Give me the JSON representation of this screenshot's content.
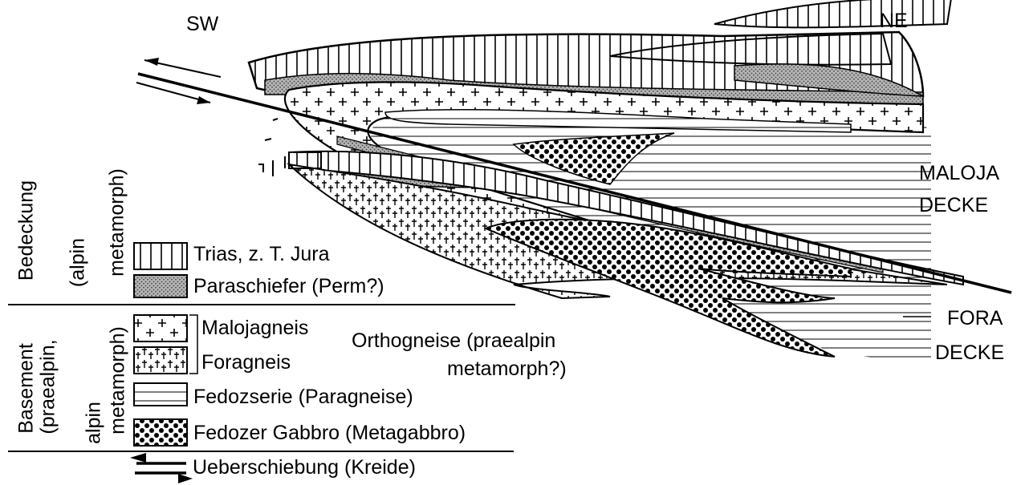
{
  "orientation": {
    "left": "SW",
    "right": "NE"
  },
  "nappes": {
    "maloja_line1": "MALOJA",
    "maloja_line2": "DECKE",
    "fora_line1": "FORA",
    "fora_line2": "DECKE"
  },
  "side_labels": {
    "cover": "Bedeckung",
    "cover_meta1": "(alpin",
    "cover_meta2": "metamorph)",
    "basement": "Basement",
    "basement_meta1": "(praealpin,",
    "basement_meta2": "alpin",
    "basement_meta3": "metamorph)"
  },
  "legend": {
    "trias": "Trias, z. T. Jura",
    "paraschiefer": "Paraschiefer (Perm?)",
    "malojagneis": "Malojagneis",
    "foragneis": "Foragneis",
    "fedozserie": "Fedozserie (Paragneise)",
    "gabbro": "Fedozer Gabbro (Metagabbro)",
    "thrust": "Ueberschiebung (Kreide)"
  },
  "orthogneise": {
    "line1": "Orthogneise (praealpin",
    "line2": "metamorph?)"
  },
  "colors": {
    "ink": "#000000",
    "paper": "#ffffff",
    "stipple": "#888888"
  }
}
